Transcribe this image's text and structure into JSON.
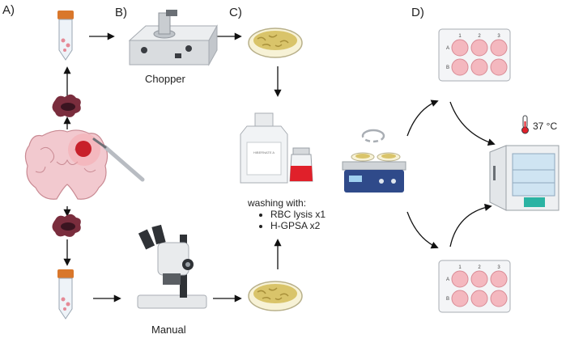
{
  "panels": {
    "a": "A)",
    "b": "B)",
    "c": "C)",
    "d": "D)"
  },
  "captions": {
    "chopper": "Chopper",
    "manual": "Manual"
  },
  "washing": {
    "title": "washing with:",
    "items": [
      "RBC lysis x1",
      "H-GPSA x2"
    ]
  },
  "plate": {
    "cols": [
      "1",
      "2",
      "3"
    ],
    "rows": [
      "A",
      "B"
    ]
  },
  "incubator": {
    "temperature": "37 °C"
  },
  "bottle_label": "HIBERNATE A",
  "colors": {
    "tissue_dark": "#5a2030",
    "tissue_mid": "#b06a78",
    "tissue_light": "#e8b8c0",
    "brain": "#f2c9cf",
    "brain_outline": "#c98a93",
    "tumor": "#c8202a",
    "tube_cap": "#d9772b",
    "dish_tissue": "#d9c46a",
    "red_liquid": "#e0202a",
    "shaker_blue": "#2f4a8a",
    "incubator_teal": "#2bb3a3",
    "plate_well": "#f4b8bf"
  }
}
